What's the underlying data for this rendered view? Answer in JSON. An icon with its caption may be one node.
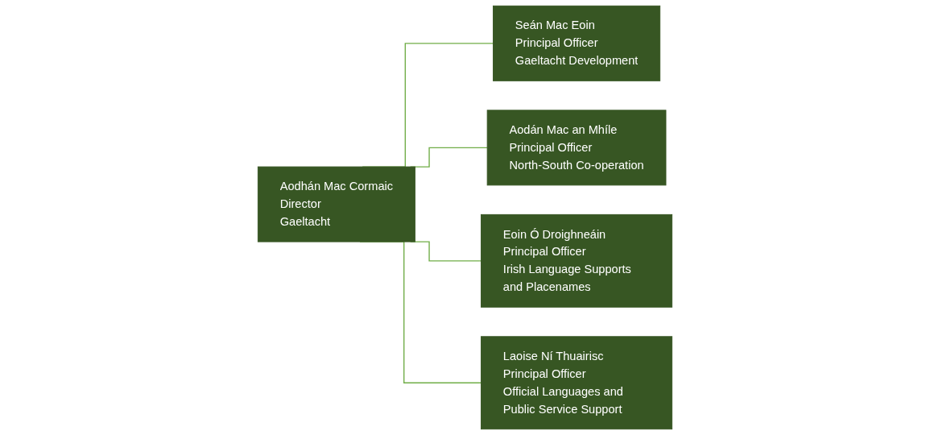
{
  "diagram": {
    "nodes": [
      {
        "text": [
          "Aodhán Mac Cormaic",
          "Director",
          "Gaeltacht"
        ]
      },
      {
        "text": [
          "Seán Mac Eoin",
          "Principal Officer",
          "Gaeltacht Development"
        ]
      },
      {
        "text": [
          "Aodán Mac an Mhíle",
          "Principal Officer",
          "North-South Co-operation"
        ]
      },
      {
        "text": [
          "Eoin Ó Droighneáin",
          "Principal Officer",
          "Irish Language Supports and Placenames"
        ]
      },
      {
        "text": [
          "Laoise Ní Thuairisc",
          "Principal Officer",
          "Official Languages and Public Service Support"
        ]
      }
    ],
    "edges": [
      {
        "from": 0,
        "to": 1,
        "arrow": "none"
      },
      {
        "from": 0,
        "to": 2,
        "arrow": "none"
      },
      {
        "from": 0,
        "to": 3,
        "arrow": "none"
      },
      {
        "from": 0,
        "to": 4,
        "arrow": "none"
      }
    ]
  }
}
